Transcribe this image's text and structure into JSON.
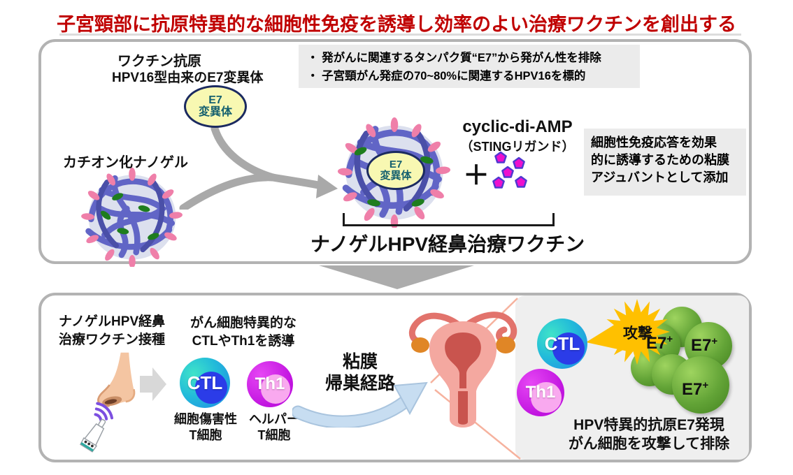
{
  "title": "子宮頸部に抗原特異的な細胞性免疫を誘導し効率のよい治療ワクチンを創出する",
  "colors": {
    "title": "#C00000",
    "teal": "#1A6478",
    "starburst": "#FFC000",
    "cell_green": "#5FA136",
    "panel_border": "#B3B3B3"
  },
  "top_panel": {
    "antigen_label": "ワクチン抗原",
    "antigen_detail": "HPV16型由来のE7変異体",
    "notes": [
      "・ 発がんに関連するタンパク質“E7”から発がん性を排除",
      "・ 子宮頸がん発症の70~80%に関連するHPV16を標的"
    ],
    "e7_ball": {
      "line1": "E7",
      "line2": "変異体"
    },
    "nanogel_label": "カチオン化ナノゲル",
    "plus_sign": "＋",
    "cyclic_di_amp": "cyclic-di-AMP",
    "sting_ligand": "（STINGリガンド）",
    "adjuvant_note": [
      "細胞性免疫応答を効果",
      "的に誘導するための粘膜",
      "アジュバントとして添加"
    ],
    "vaccine_name": "ナノゲルHPV経鼻治療ワクチン"
  },
  "bottom_panel": {
    "inoculation": [
      "ナノゲルHPV経鼻",
      "治療ワクチン接種"
    ],
    "induction": [
      "がん細胞特異的な",
      "CTLやTh1を誘導"
    ],
    "ctl": {
      "label": "CTL",
      "desc": [
        "細胞傷害性",
        "T細胞"
      ]
    },
    "th1": {
      "label": "Th1",
      "desc": [
        "ヘルパー",
        "T細胞"
      ]
    },
    "mucosal_route": [
      "粘膜",
      "帰巣経路"
    ],
    "attack_panel": {
      "ctl_label": "CTL",
      "th1_label": "Th1",
      "attack_label": "攻撃",
      "e7_cell_label": "E7",
      "e7_sup": "+",
      "caption": [
        "HPV特異的抗原E7発現",
        "がん細胞を攻撃して排除"
      ]
    }
  }
}
